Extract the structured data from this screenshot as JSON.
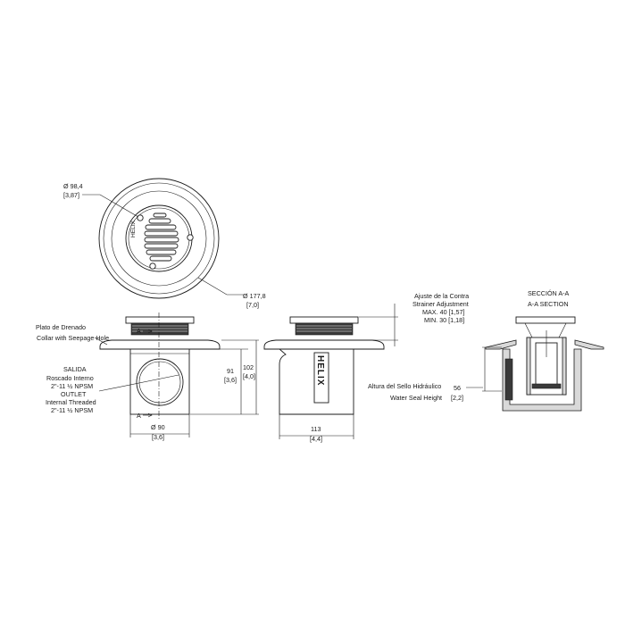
{
  "top_view": {
    "inner_diameter_mm": "Ø 98,4",
    "inner_diameter_in": "[3,87]",
    "outer_diameter_mm": "Ø 177,8",
    "outer_diameter_in": "[7,0]"
  },
  "front_view": {
    "collar_label_es": "Plato de Drenado",
    "collar_label_en": "Collar with Seepage Hole",
    "outlet_es_1": "SALIDA",
    "outlet_es_2": "Roscado Interno",
    "outlet_es_3": "2\"-11 ½ NPSM",
    "outlet_en_1": "OUTLET",
    "outlet_en_2": "Internal Threaded",
    "outlet_en_3": "2\"-11 ½ NPSM",
    "section_mark": "A",
    "dim_91_mm": "91",
    "dim_91_in": "[3,6]",
    "dim_102_mm": "102",
    "dim_102_in": "[4,0]",
    "dim_90_mm": "Ø 90",
    "dim_90_in": "[3,6]"
  },
  "side_view": {
    "brand": "HELIX",
    "adj_es": "Ajuste de la Contra",
    "adj_en": "Strainer Adjustment",
    "adj_max": "MAX. 40 [1,57]",
    "adj_min": "MIN. 30 [1,18]",
    "dim_113_mm": "113",
    "dim_113_in": "[4,4]"
  },
  "section_view": {
    "title_es": "SECCIÓN A-A",
    "title_en": "A-A SECTION",
    "seal_es": "Altura del Sello Hidráulico",
    "seal_en": "Water Seal Height",
    "seal_mm": "56",
    "seal_in": "[2,2]"
  }
}
